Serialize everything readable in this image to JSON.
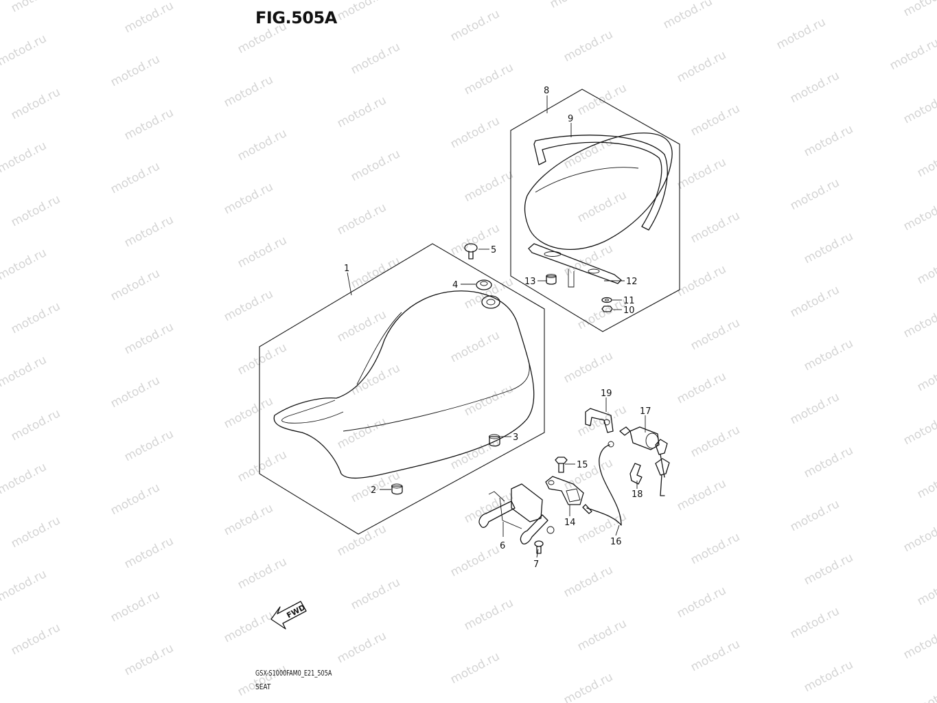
{
  "figure": {
    "title": "FIG.505A",
    "code": "GSX-S1000FAM0_E21_505A",
    "name": "SEAT"
  },
  "watermark": {
    "text": "motod.ru"
  },
  "fwd_arrow": {
    "label": "FWD"
  },
  "callouts": [
    {
      "id": "1",
      "label": "1"
    },
    {
      "id": "2",
      "label": "2"
    },
    {
      "id": "3",
      "label": "3"
    },
    {
      "id": "4",
      "label": "4"
    },
    {
      "id": "5",
      "label": "5"
    },
    {
      "id": "6",
      "label": "6"
    },
    {
      "id": "7",
      "label": "7"
    },
    {
      "id": "8",
      "label": "8"
    },
    {
      "id": "9",
      "label": "9"
    },
    {
      "id": "10",
      "label": "10"
    },
    {
      "id": "11",
      "label": "11"
    },
    {
      "id": "12",
      "label": "12"
    },
    {
      "id": "13",
      "label": "13"
    },
    {
      "id": "14",
      "label": "14"
    },
    {
      "id": "15",
      "label": "15"
    },
    {
      "id": "16",
      "label": "16"
    },
    {
      "id": "17",
      "label": "17"
    },
    {
      "id": "18",
      "label": "18"
    },
    {
      "id": "19",
      "label": "19"
    }
  ]
}
